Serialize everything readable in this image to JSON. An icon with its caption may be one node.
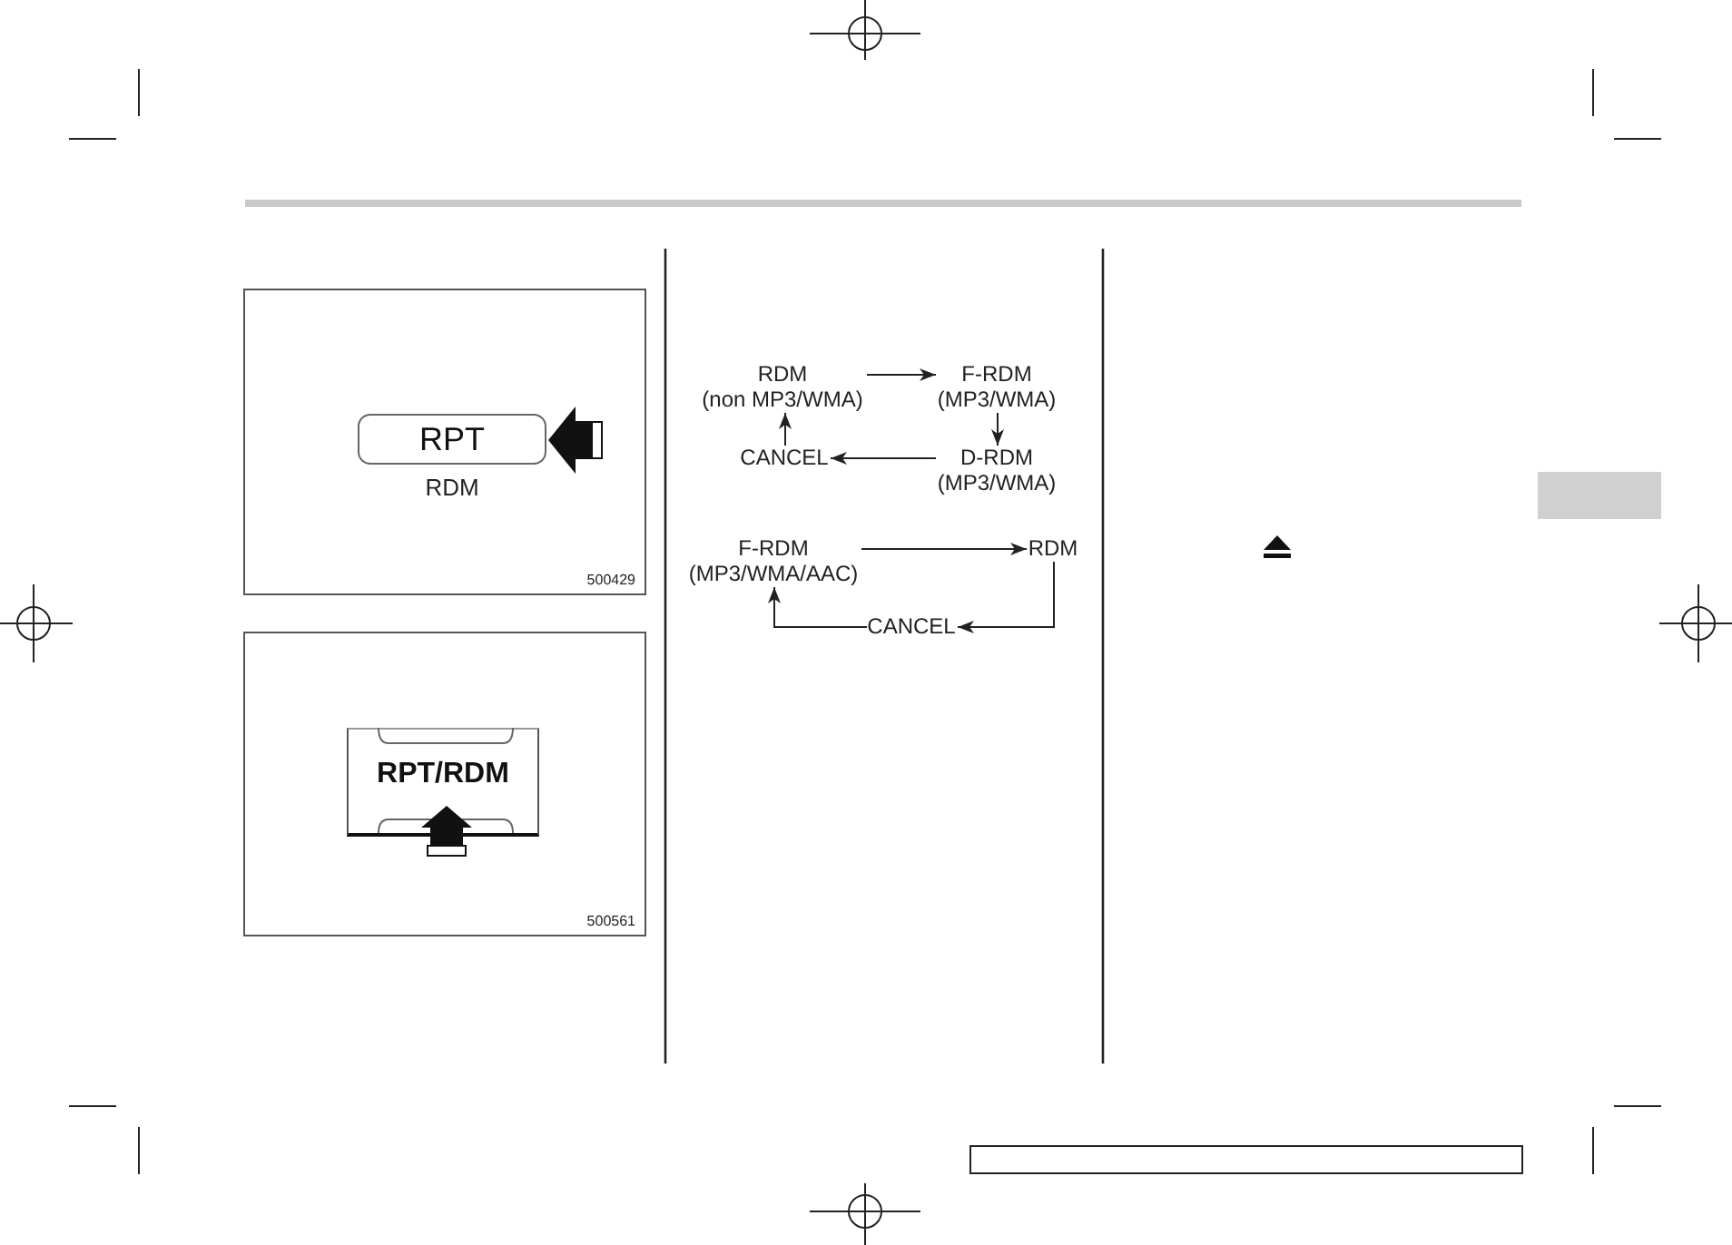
{
  "diagram": {
    "nodes": [
      {
        "text": [
          "500429"
        ]
      },
      {
        "text": [
          "RPT"
        ],
        "in": 0,
        "beside": [
          "RDM"
        ]
      },
      {
        "text": [
          "500561"
        ]
      },
      {
        "text": [
          "RPT/RDM"
        ],
        "in": 2
      },
      {
        "text": [
          "RDM",
          "(non MP3/WMA)"
        ]
      },
      {
        "text": [
          "F-RDM",
          "(MP3/WMA)"
        ]
      },
      {
        "text": [
          "D-RDM",
          "(MP3/WMA)"
        ]
      },
      {
        "text": [
          "CANCEL"
        ]
      },
      {
        "text": [
          "F-RDM",
          "(MP3/WMA/AAC)"
        ]
      },
      {
        "text": [
          "RDM"
        ]
      },
      {
        "text": [
          "CANCEL"
        ]
      }
    ],
    "edges": [
      {
        "from": 4,
        "to": 5,
        "arrow": "to"
      },
      {
        "from": 5,
        "to": 6,
        "arrow": "to"
      },
      {
        "from": 6,
        "to": 7,
        "arrow": "to"
      },
      {
        "from": 7,
        "to": 4,
        "arrow": "to"
      },
      {
        "from": 8,
        "to": 9,
        "arrow": "to"
      },
      {
        "from": 9,
        "to": 10,
        "arrow": "to"
      },
      {
        "from": 10,
        "to": 8,
        "arrow": "to"
      }
    ]
  }
}
